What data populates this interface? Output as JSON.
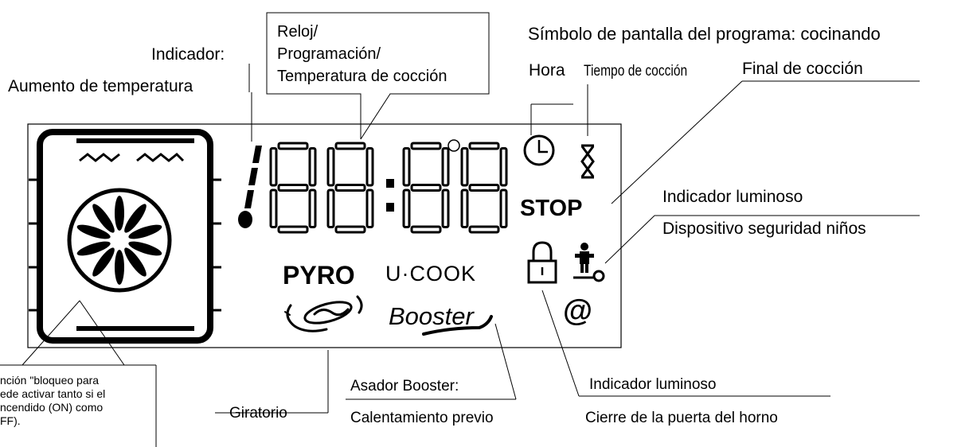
{
  "labels": {
    "indicator_title": "Indicador:",
    "indicator_sub": "Aumento de temperatura",
    "clock_lines": [
      "Reloj/",
      "Programación/",
      "Temperatura de cocción"
    ],
    "program_symbol": "Símbolo de pantalla del programa: cocinando",
    "hora": "Hora",
    "tiempo_coccion": "Tiempo de cocción",
    "final_coccion": "Final de cocción",
    "child_lock_title": "Indicador luminoso",
    "child_lock_sub": "Dispositivo seguridad niños",
    "door_lock_title": "Indicador luminoso",
    "door_lock_sub": "Cierre de la puerta del horno",
    "booster_title": "Asador  Booster:",
    "booster_sub": "Calentamiento previo",
    "giratorio": "Giratorio",
    "lock_note_lines": [
      "nción \"bloqueo para",
      "ede activar tanto si el",
      "ncendido (ON) como",
      "FF)."
    ]
  },
  "display": {
    "digits": "88:88",
    "stop": "STOP",
    "pyro": "PYRO",
    "ucook": "U·COOK",
    "booster": "Booster",
    "at_symbol": "@"
  },
  "colors": {
    "ink": "#000000",
    "background": "#ffffff"
  }
}
